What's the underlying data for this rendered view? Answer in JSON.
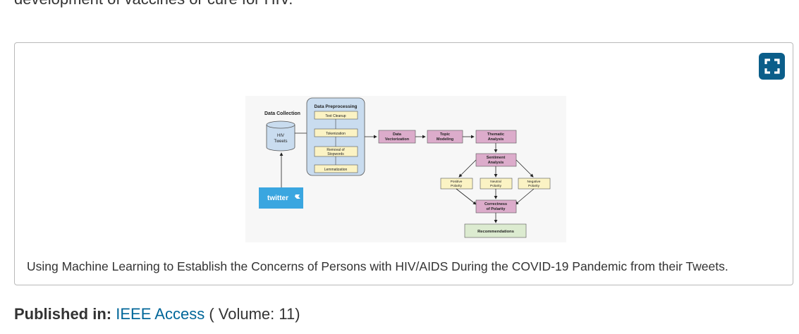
{
  "intro_text": "development of vaccines or cure for HIV.",
  "figure": {
    "caption": "Using Machine Learning to Establish the Concerns of Persons with HIV/AIDS During the COVID-19 Pandemic from their Tweets.",
    "expand_icon": "fullscreen-icon",
    "diagram": {
      "data_collection": "Data Collection",
      "hiv": "HIV",
      "tweets": "Tweets",
      "twitter": "twitter",
      "preprocessing_title": "Data Preprocessing",
      "steps": [
        "Text Cleanup",
        "Tokenization",
        "Removal of",
        "Stopwords",
        "Lemmatization"
      ],
      "vectorization_1": "Data",
      "vectorization_2": "Vectorization",
      "topic_1": "Topic",
      "topic_2": "Modeling",
      "thematic_1": "Thematic",
      "thematic_2": "Analysis",
      "sentiment_1": "Sentiment",
      "sentiment_2": "Analysis",
      "positive_1": "Positive",
      "positive_2": "Polarity",
      "neutral_1": "Neutral",
      "neutral_2": "Polarity",
      "negative_1": "Negative",
      "negative_2": "Polarity",
      "correctness_1": "Correctness",
      "correctness_2": "of Polarity",
      "recommendations": "Recommendations"
    }
  },
  "published": {
    "label": "Published in:",
    "journal": "IEEE Access",
    "volume": "( Volume: 11)"
  },
  "colors": {
    "link": "#006699",
    "expand_button": "#0b5e8a",
    "preprocess_fill": "#c9dcef",
    "step_fill": "#fbf3c4",
    "pink_fill": "#dcaccb",
    "green_fill": "#dcebd0",
    "twitter_blue": "#3aa6e0"
  }
}
